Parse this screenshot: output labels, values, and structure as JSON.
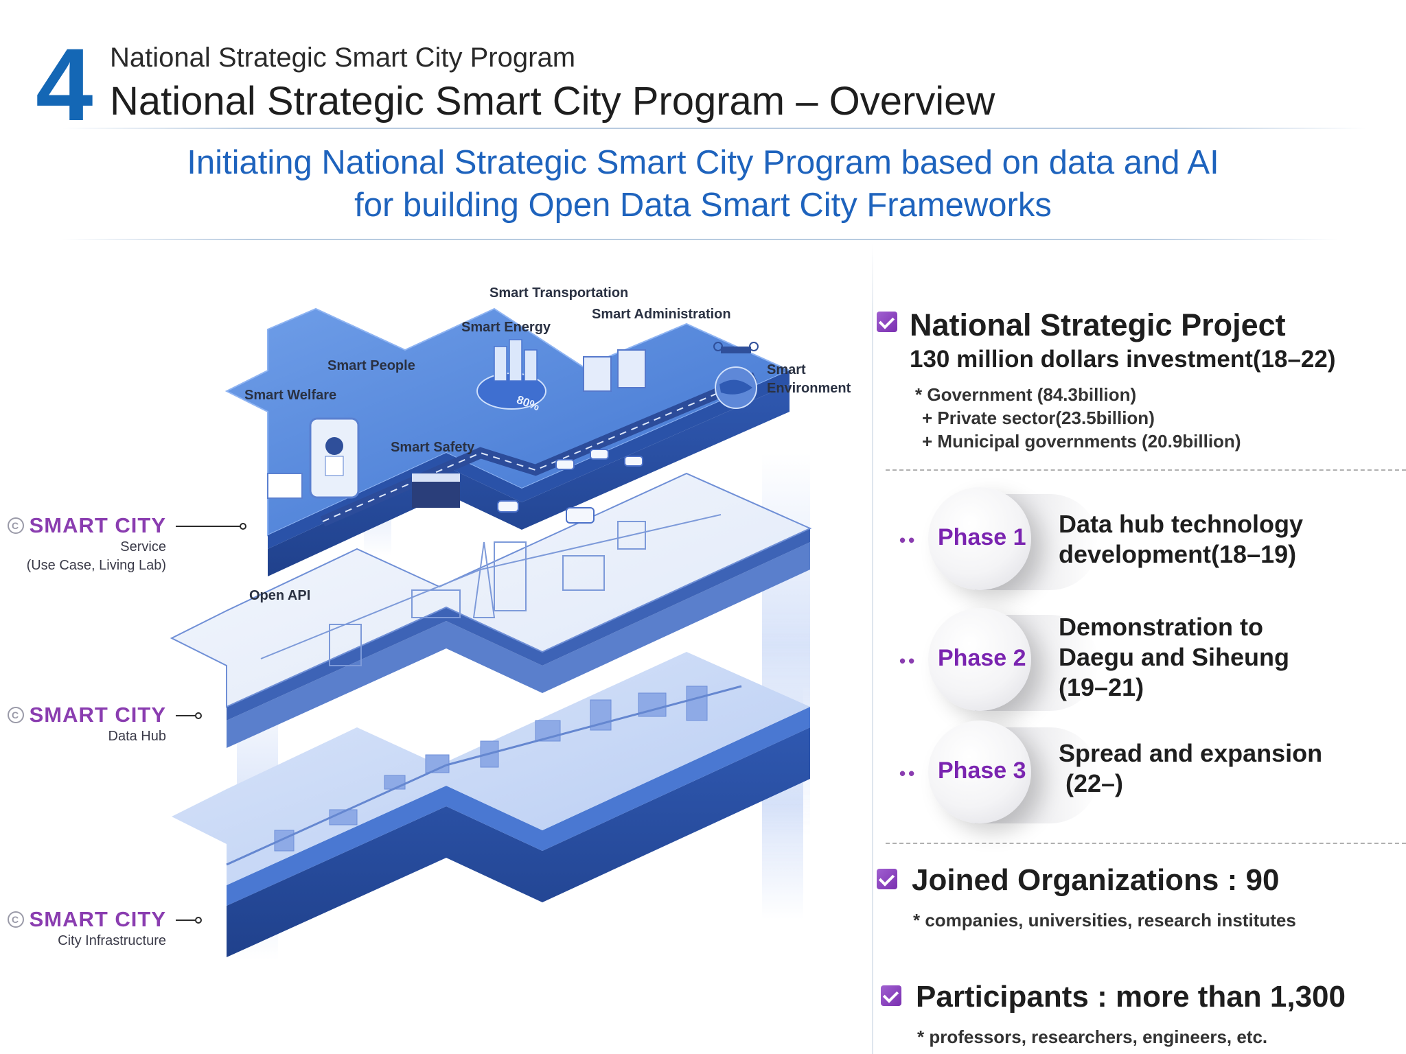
{
  "header": {
    "section_number": "4",
    "small_title": "National Strategic Smart City Program",
    "title": "National Strategic Smart City Program – Overview",
    "subtitle_line1": "Initiating National Strategic Smart City Program based on data and AI",
    "subtitle_line2": "for building Open Data Smart City Frameworks"
  },
  "illustration": {
    "service_labels": {
      "transportation": "Smart Transportation",
      "administration": "Smart Administration",
      "energy": "Smart Energy",
      "people": "Smart People",
      "welfare": "Smart Welfare",
      "environment_line1": "Smart",
      "environment_line2": "Environment",
      "safety": "Smart Safety",
      "open_api": "Open API",
      "energy_badge": "80%"
    },
    "layers": [
      {
        "icon_text": "C",
        "name": "SMART CITY",
        "sub_line1": "Service",
        "sub_line2": "(Use Case, Living Lab)"
      },
      {
        "icon_text": "C",
        "name": "SMART CITY",
        "sub_line1": "Data Hub",
        "sub_line2": ""
      },
      {
        "icon_text": "C",
        "name": "SMART CITY",
        "sub_line1": "City Infrastructure",
        "sub_line2": ""
      }
    ]
  },
  "project": {
    "title": "National Strategic Project",
    "investment": "130 million dollars investment(18–22)",
    "breakdown": [
      "* Government (84.3billion)",
      "+ Private sector(23.5billion)",
      "+ Municipal governments (20.9billion)"
    ]
  },
  "phases": [
    {
      "dots": "••",
      "label": "Phase 1",
      "desc_lines": [
        "Data hub technology",
        "development(18–19)"
      ]
    },
    {
      "dots": "••",
      "label": "Phase 2",
      "desc_lines": [
        "Demonstration to",
        "Daegu and Siheung",
        "(19–21)"
      ]
    },
    {
      "dots": "••",
      "label": "Phase 3",
      "desc_lines": [
        "Spread and expansion",
        " (22–)"
      ]
    }
  ],
  "organizations": {
    "title": "Joined Organizations : 90",
    "note": "* companies, universities, research institutes"
  },
  "participants": {
    "title": "Participants : more than 1,300",
    "note": "* professors, researchers, engineers, etc."
  },
  "colors": {
    "section_number": "#1467b5",
    "subtitle": "#1e63bd",
    "accent_purple": "#7a24b0",
    "platform_blue": "#5c8fe0"
  }
}
